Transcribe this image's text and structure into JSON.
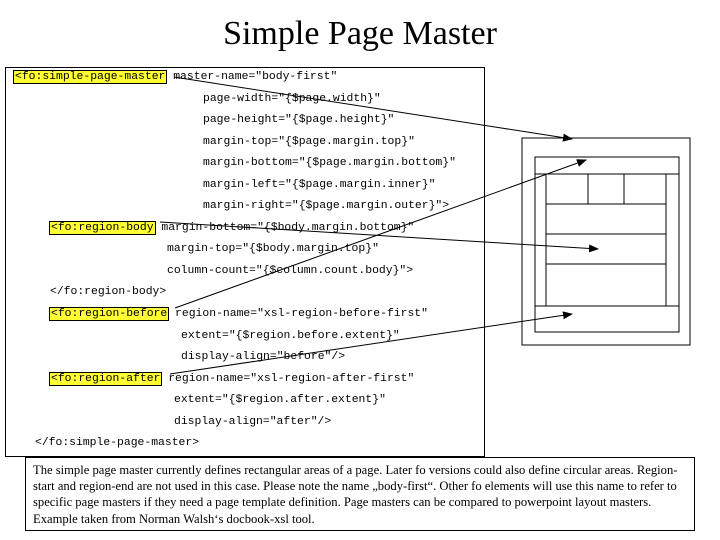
{
  "title": "Simple Page Master",
  "code": {
    "lines": [
      {
        "hl": "<fo:simple-page-master",
        "rest": " master-name=\"body-first\""
      },
      {
        "hl": "",
        "rest": "page-width=\"{$page.width}\""
      },
      {
        "hl": "",
        "rest": "page-height=\"{$page.height}\""
      },
      {
        "hl": "",
        "rest": "margin-top=\"{$page.margin.top}\""
      },
      {
        "hl": "",
        "rest": "margin-bottom=\"{$page.margin.bottom}\""
      },
      {
        "hl": "",
        "rest": "margin-left=\"{$page.margin.inner}\""
      },
      {
        "hl": "",
        "rest": "margin-right=\"{$page.margin.outer}\">"
      },
      {
        "hl": "<fo:region-body",
        "rest": " margin-bottom=\"{$body.margin.bottom}\""
      },
      {
        "hl": "",
        "rest": "margin-top=\"{$body.margin.top}\""
      },
      {
        "hl": "",
        "rest": "column-count=\"{$column.count.body}\">"
      },
      {
        "hl": "",
        "rest": "</fo:region-body>"
      },
      {
        "hl": "<fo:region-before",
        "rest": " region-name=\"xsl-region-before-first\""
      },
      {
        "hl": "",
        "rest": "extent=\"{$region.before.extent}\""
      },
      {
        "hl": "",
        "rest": "display-align=\"before\"/>"
      },
      {
        "hl": "<fo:region-after",
        "rest": " region-name=\"xsl-region-after-first\""
      },
      {
        "hl": "",
        "rest": "extent=\"{$region.after.extent}\""
      },
      {
        "hl": "",
        "rest": "display-align=\"after\"/>"
      },
      {
        "hl": "",
        "rest": "</fo:simple-page-master>"
      }
    ]
  },
  "caption": "The simple  page master currently defines rectangular areas of a page. Later fo versions could also define circular areas. Region-start and region-end are not used in this case. Please note the name „body-first“. Other fo elements will use this name to refer to specific page masters if they need a page template definition. Page masters can be compared to powerpoint layout masters. Example taken from Norman Walsh‘s docbook-xsl tool."
}
